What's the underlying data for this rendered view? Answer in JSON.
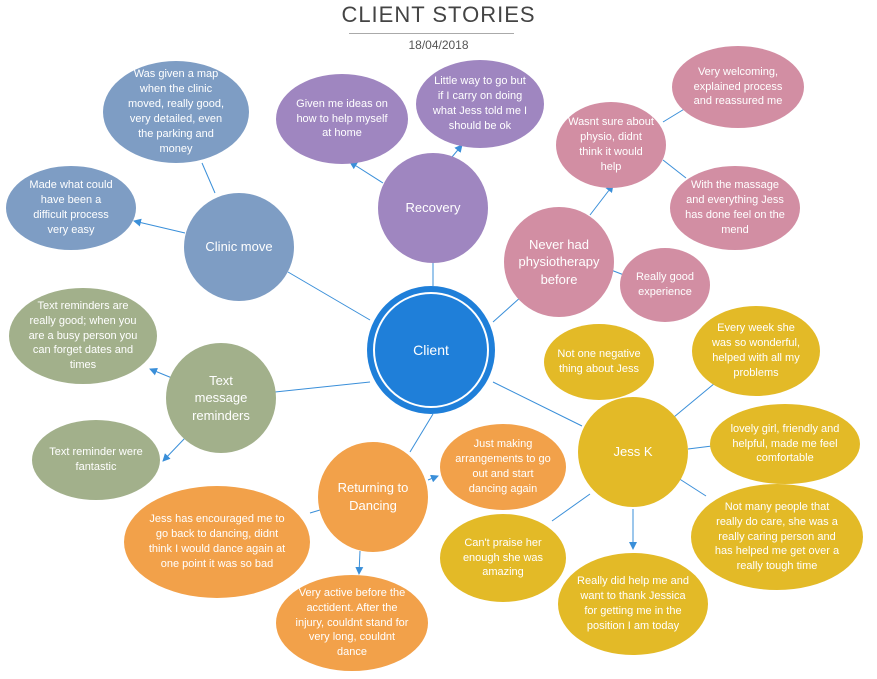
{
  "header": {
    "title": "CLIENT STORIES",
    "date": "18/04/2018"
  },
  "colors": {
    "center": "#1f7fd9",
    "blue_gray": "#7e9dc4",
    "purple": "#9f86c0",
    "pink": "#d28ea3",
    "green": "#a2b08b",
    "orange": "#f2a14a",
    "yellow": "#e3ba27",
    "link": "#3a8fd9"
  },
  "center": {
    "label": "Client"
  },
  "topics": {
    "clinic_move": "Clinic move",
    "recovery": "Recovery",
    "physio": "Never had physiotherapy before",
    "text_reminders": "Text message reminders",
    "dancing": "Returning to Dancing",
    "jess": "Jess K"
  },
  "stories": {
    "map": "Was given a map when the clinic moved, really good, very detailed, even the parking and money",
    "easy": "Made what could have been a difficult process very easy",
    "ideas": "Given me ideas on how to help myself at home",
    "little_way": "Little way to go but if I carry on doing what Jess told me I should be ok",
    "welcoming": "Very welcoming, explained process and reassured me",
    "not_sure": "Wasnt sure about physio, didnt think it would help",
    "massage": "With the massage and everything Jess has done feel on the mend",
    "good_exp": "Really good experience",
    "tr_good": "Text reminders are really good; when you are a busy person you can forget dates and times",
    "tr_fantastic": "Text reminder were fantastic",
    "arrangements": "Just making arrangements to go out and start dancing again",
    "encouraged": "Jess has encouraged me to go back to dancing, didnt think I would dance again at one point it was so bad",
    "active": "Very active before the acctident. After the injury, couldnt stand for very long, couldnt dance",
    "not_one": "Not one negative thing about Jess",
    "every_week": "Every week she was so wonderful, helped with all my problems",
    "lovely": "lovely girl, friendly and helpful, made me feel comfortable",
    "caring": "Not many people that really do care, she was a really caring person and has helped me get over a really tough time",
    "cant_praise": "Can't praise her enough she was amazing",
    "thank": "Really did help me and want to thank Jessica for getting me in the position I am today"
  }
}
